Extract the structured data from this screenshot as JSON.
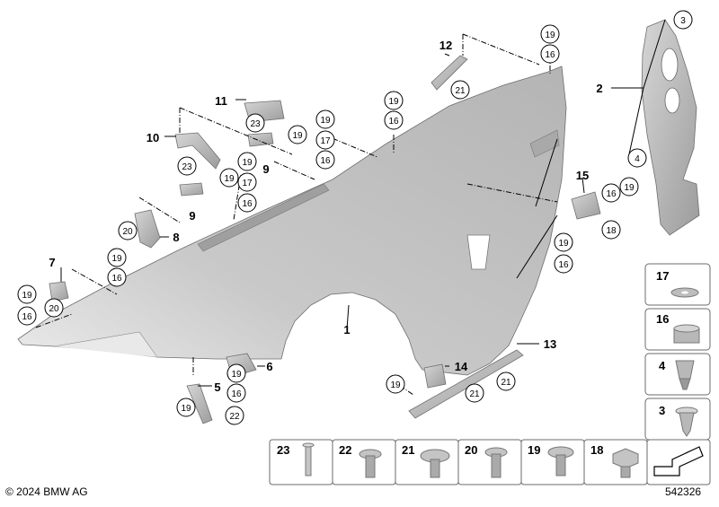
{
  "diagram": {
    "callouts": {
      "fender": "1",
      "clip_panel": "2",
      "clip_upper": "3",
      "clip_lower": "4",
      "bracket_5": "5",
      "bracket_6": "6",
      "bracket_7": "7",
      "bracket_8": "8",
      "bracket_9a": "9",
      "bracket_9b": "9",
      "bracket_10": "10",
      "bracket_11": "11",
      "bracket_12": "12",
      "bracket_13": "13",
      "bracket_14": "14",
      "bracket_15": "15"
    },
    "circled": {
      "c19_top": "19",
      "c16_top": "16",
      "c21_b12": "21",
      "c19_mid": "19",
      "c16_mid": "16",
      "c19_a": "19",
      "c17_a": "17",
      "c16_a": "16",
      "c23_b11": "23",
      "c19_b11": "19",
      "c23_b10": "23",
      "c19_b10": "19",
      "c19_b": "19",
      "c17_b": "17",
      "c16_b": "16",
      "c20_b8": "20",
      "c19_c": "19",
      "c16_c": "16",
      "c19_d": "19",
      "c16_d": "16",
      "c20_b7": "20",
      "c19_b6": "19",
      "c16_b6": "16",
      "c19_b5": "19",
      "c22_b5": "22",
      "c19_rear": "19",
      "c16_rear": "16",
      "c16_b15": "16",
      "c19_b15": "19",
      "c18_b15": "18",
      "c19_b14": "19",
      "c21_b14": "21",
      "c21_b13": "21",
      "c3_clip": "3",
      "c4_clip": "4"
    },
    "side_panel": [
      "17",
      "16",
      "4",
      "3"
    ],
    "bottom_panel": [
      "23",
      "22",
      "21",
      "20",
      "19",
      "18"
    ]
  },
  "footer": {
    "copyright": "© 2024 BMW AG",
    "diagram_id": "542326"
  }
}
